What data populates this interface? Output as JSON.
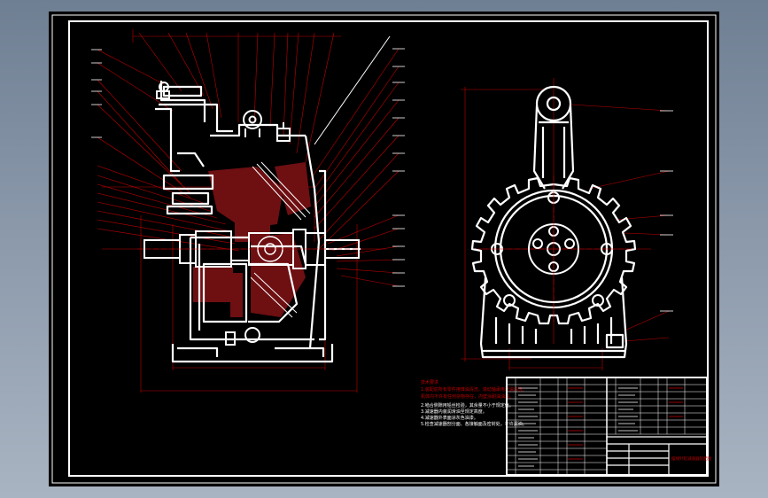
{
  "colors": {
    "background": "#000000",
    "line_white": "#ffffff",
    "line_red": "#c00000",
    "section_fill": "#6e0f12",
    "viewport_gradient_top": "#6f7f93",
    "viewport_gradient_bottom": "#a9b4c2"
  },
  "notes": {
    "heading": "技术要求",
    "lines": [
      "1.装配前所有零件用煤油清洗，滚动轴承用汽油清洗，",
      "机体内不许有任何杂物存在，内壁涂耐油油漆。",
      "2.啮合侧隙用铅丝检验，其余量不小于规定值。",
      "3.减速器内装润滑油至规定高度。",
      "4.减速器外表面涂灰色油漆。",
      "5.检查减速器剖分面、各接触面及密封处，不许漏油。"
    ]
  },
  "title_block": {
    "name": "摆线针轮减速器装配图"
  }
}
